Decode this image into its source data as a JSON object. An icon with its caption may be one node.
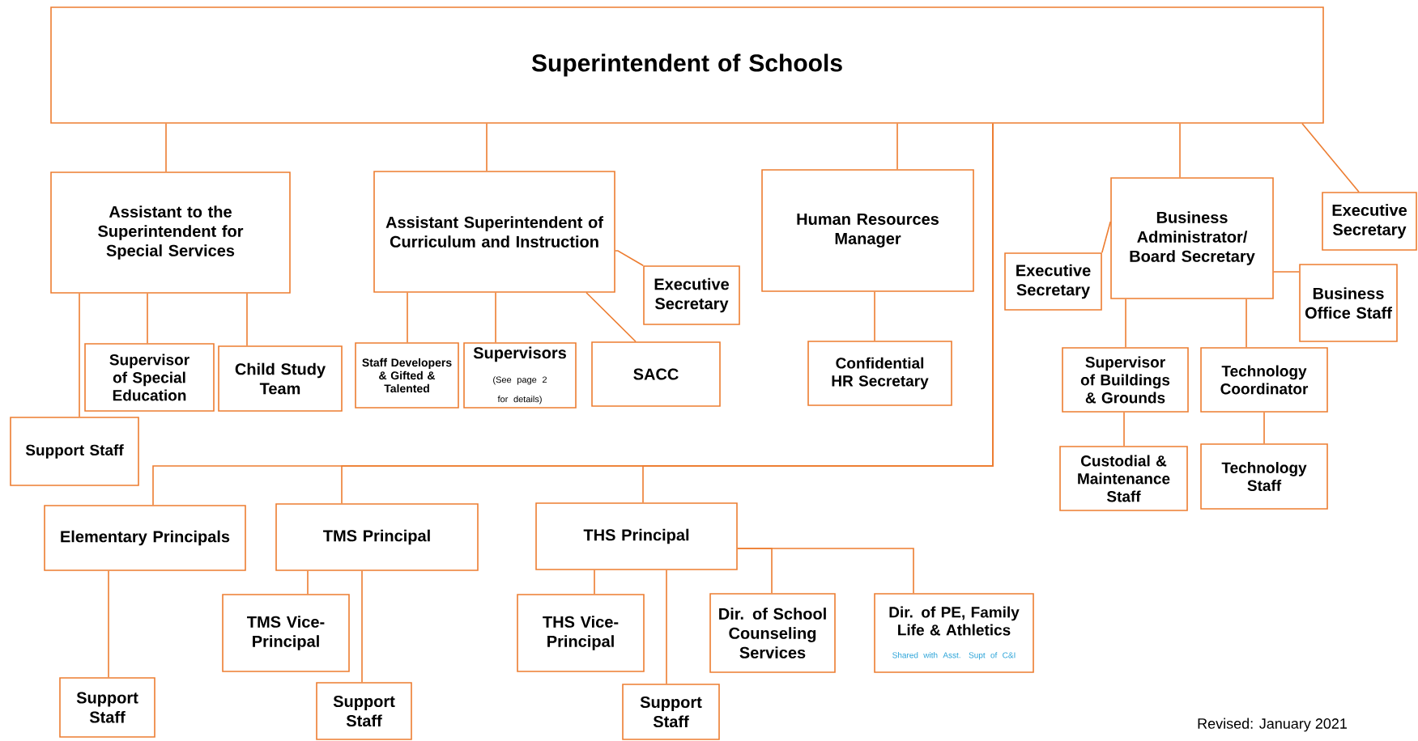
{
  "diagram": {
    "nodes": [
      {
        "text": [
          "Superintendent of Schools"
        ]
      },
      {
        "text": [
          "Assistant to the Superintendent for Special Services"
        ]
      },
      {
        "text": [
          "Assistant Superintendent of Curriculum and Instruction"
        ]
      },
      {
        "text": [
          "Executive Secretary"
        ]
      },
      {
        "text": [
          "Human Resources Manager"
        ]
      },
      {
        "text": [
          "Business Administrator/ Board Secretary"
        ]
      },
      {
        "text": [
          "Executive Secretary"
        ]
      },
      {
        "text": [
          "Executive Secretary"
        ]
      },
      {
        "text": [
          "Business Office Staff"
        ]
      },
      {
        "text": [
          "Supervisor of Special Education"
        ]
      },
      {
        "text": [
          "Child Study Team"
        ]
      },
      {
        "text": [
          "Support Staff"
        ]
      },
      {
        "text": [
          "Staff Developers & Gifted & Talented"
        ]
      },
      {
        "text": [
          "Supervisors",
          "(See page 2 for details)"
        ]
      },
      {
        "text": [
          "SACC"
        ]
      },
      {
        "text": [
          "Confidential HR Secretary"
        ]
      },
      {
        "text": [
          "Supervisor of Buildings & Grounds"
        ]
      },
      {
        "text": [
          "Technology Coordinator"
        ]
      },
      {
        "text": [
          "Custodial & Maintenance Staff"
        ]
      },
      {
        "text": [
          "Technology Staff"
        ]
      },
      {
        "text": [
          "Elementary Principals"
        ]
      },
      {
        "text": [
          "TMS Principal"
        ]
      },
      {
        "text": [
          "THS Principal"
        ]
      },
      {
        "text": [
          "TMS Vice-Principal"
        ]
      },
      {
        "text": [
          "Support Staff"
        ]
      },
      {
        "text": [
          "THS Vice-Principal"
        ]
      },
      {
        "text": [
          "Support Staff"
        ]
      },
      {
        "text": [
          "Dir. of School Counseling Services"
        ]
      },
      {
        "text": [
          "Dir. of PE, Family Life & Athletics",
          "Shared with Asst. Supt of C&I"
        ]
      },
      {
        "text": [
          "Support Staff"
        ]
      }
    ],
    "edges": [
      {
        "from": 0,
        "to": 1,
        "arrow": "none"
      },
      {
        "from": 0,
        "to": 2,
        "arrow": "none"
      },
      {
        "from": 0,
        "to": 4,
        "arrow": "none"
      },
      {
        "from": 0,
        "to": 5,
        "arrow": "none"
      },
      {
        "from": 0,
        "to": 7,
        "arrow": "none"
      },
      {
        "from": 0,
        "to": 20,
        "arrow": "none"
      },
      {
        "from": 0,
        "to": 21,
        "arrow": "none"
      },
      {
        "from": 0,
        "to": 22,
        "arrow": "none"
      },
      {
        "from": 1,
        "to": 11,
        "arrow": "none"
      },
      {
        "from": 1,
        "to": 9,
        "arrow": "none"
      },
      {
        "from": 1,
        "to": 10,
        "arrow": "none"
      },
      {
        "from": 2,
        "to": 3,
        "arrow": "none"
      },
      {
        "from": 2,
        "to": 12,
        "arrow": "none"
      },
      {
        "from": 2,
        "to": 13,
        "arrow": "none"
      },
      {
        "from": 2,
        "to": 14,
        "arrow": "none"
      },
      {
        "from": 4,
        "to": 15,
        "arrow": "none"
      },
      {
        "from": 5,
        "to": 6,
        "arrow": "none"
      },
      {
        "from": 5,
        "to": 8,
        "arrow": "none"
      },
      {
        "from": 5,
        "to": 16,
        "arrow": "none"
      },
      {
        "from": 5,
        "to": 17,
        "arrow": "none"
      },
      {
        "from": 16,
        "to": 18,
        "arrow": "none"
      },
      {
        "from": 17,
        "to": 19,
        "arrow": "none"
      },
      {
        "from": 20,
        "to": 29,
        "arrow": "none"
      },
      {
        "from": 21,
        "to": 23,
        "arrow": "none"
      },
      {
        "from": 21,
        "to": 24,
        "arrow": "none"
      },
      {
        "from": 22,
        "to": 25,
        "arrow": "none"
      },
      {
        "from": 22,
        "to": 26,
        "arrow": "none"
      },
      {
        "from": 22,
        "to": 27,
        "arrow": "none"
      },
      {
        "from": 22,
        "to": 28,
        "arrow": "none"
      }
    ],
    "labels": [
      "Revised: January 2021"
    ]
  }
}
